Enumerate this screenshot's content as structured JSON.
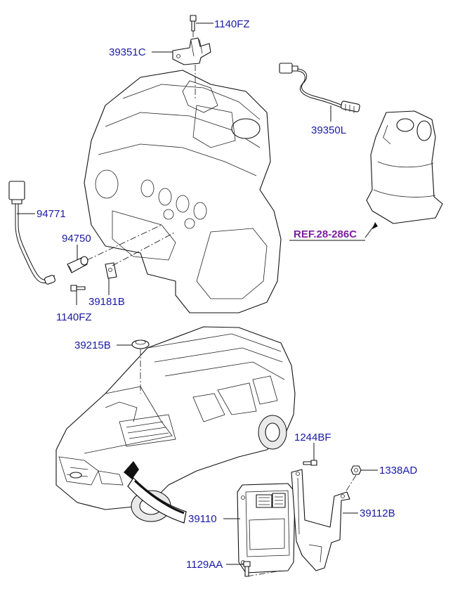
{
  "callouts": {
    "bolt_top": "1140FZ",
    "bracket_top": "39351C",
    "oxygen_sensor_rear": "39350L",
    "oxygen_sensor_cable": "94771",
    "sensor": "94750",
    "bolt_sensor": "1140FZ",
    "bracket_sensor": "39181B",
    "grommet": "39215B",
    "ecu": "39110",
    "ecu_bolt": "1244BF",
    "ecu_nut": "1338AD",
    "ecu_bracket": "39112B",
    "ecu_screw": "1129AA"
  },
  "reference": "REF.28-286C",
  "colors": {
    "label": "#1a1aa6",
    "reference": "#7a1fa0",
    "line": "#111111"
  }
}
